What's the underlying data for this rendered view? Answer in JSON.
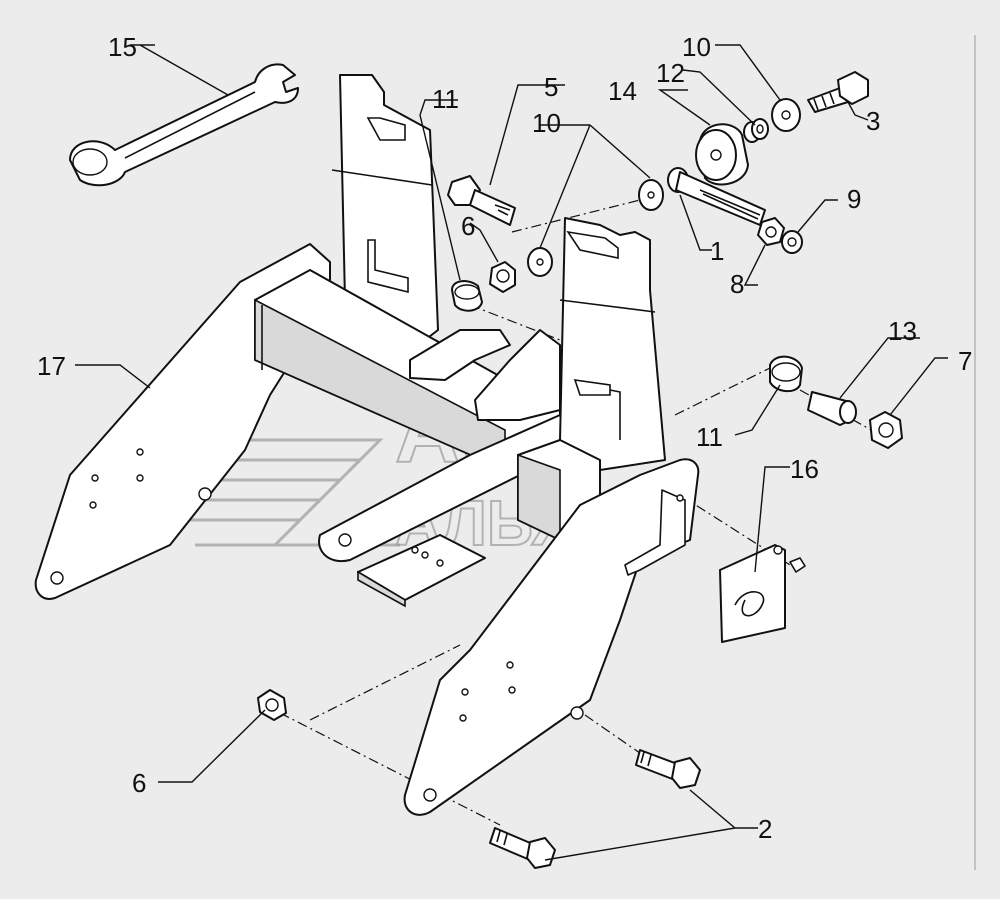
{
  "callouts": {
    "c1": "1",
    "c2": "2",
    "c3": "3",
    "c5": "5",
    "c6_top": "6",
    "c6_bottom": "6",
    "c7": "7",
    "c8": "8",
    "c9": "9",
    "c10_top": "10",
    "c10_mid": "10",
    "c11_top": "11",
    "c11_right": "11",
    "c12": "12",
    "c13": "13",
    "c14": "14",
    "c15": "15",
    "c16": "16",
    "c17": "17"
  },
  "watermark": {
    "line1": "АВТО",
    "line2": "АЛЬЯНС"
  },
  "colors": {
    "background": "#ececec",
    "stroke": "#111111",
    "watermark": "#9a9a9a"
  }
}
